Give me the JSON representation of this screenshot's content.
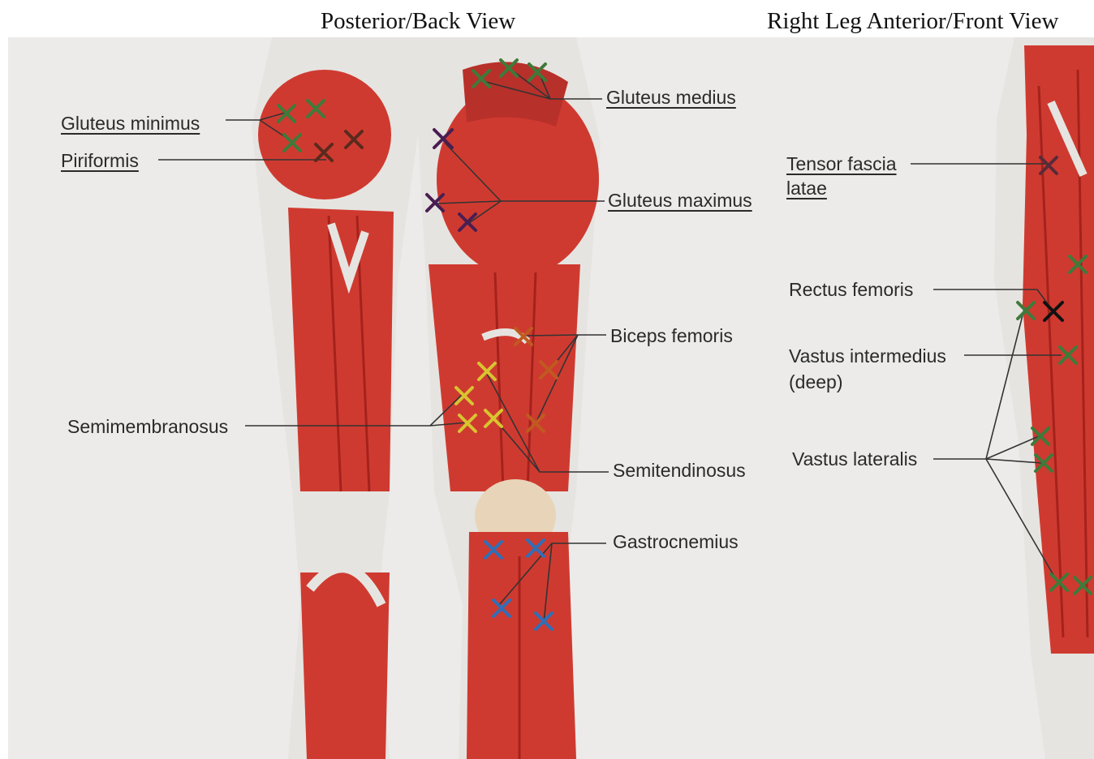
{
  "titles": {
    "posterior": "Posterior/Back View",
    "anterior": "Right Leg Anterior/Front View"
  },
  "labels": {
    "gluteus_minimus": "Gluteus minimus",
    "piriformis": "Piriformis",
    "gluteus_medius": "Gluteus medius",
    "gluteus_maximus": "Gluteus maximus",
    "tensor_fascia": "Tensor fascia",
    "latae": "latae",
    "rectus_femoris": "Rectus femoris",
    "biceps_femoris": "Biceps femoris",
    "vastus_intermedius": "Vastus intermedius",
    "deep": "(deep)",
    "semimembranosus": "Semimembranosus",
    "semitendinosus": "Semitendinosus",
    "vastus_lateralis": "Vastus lateralis",
    "gastrocnemius": "Gastrocnemius"
  },
  "colors": {
    "muscle": "#cf3a30",
    "muscle_dark": "#a5221c",
    "tendon": "#e6e4e0",
    "paper": "#ecebea",
    "leader": "#333333",
    "marker_green": "#3f7a3a",
    "marker_dark": "#5a2a1e",
    "marker_purple": "#4a1e52",
    "marker_orange": "#c05a20",
    "marker_yellow": "#d8c430",
    "marker_blue": "#2f6fb8",
    "marker_black": "#111111"
  }
}
